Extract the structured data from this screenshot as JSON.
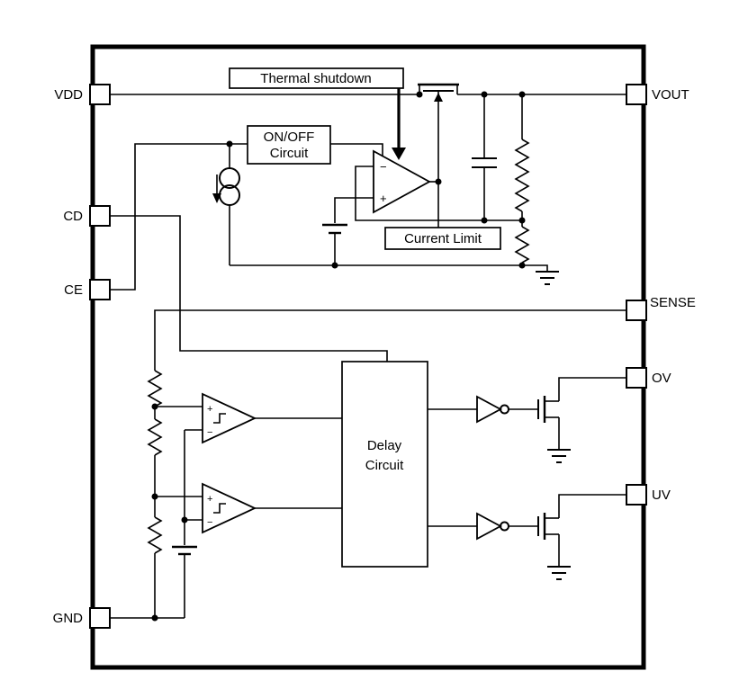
{
  "pins": {
    "vdd": "VDD",
    "cd": "CD",
    "ce": "CE",
    "gnd": "GND",
    "vout": "VOUT",
    "sense": "SENSE",
    "ov": "OV",
    "uv": "UV"
  },
  "blocks": {
    "thermal_shutdown": "Thermal shutdown",
    "onoff": {
      "line1": "ON/OFF",
      "line2": "Circuit"
    },
    "current_limit": "Current Limit",
    "delay": {
      "line1": "Delay",
      "line2": "Circuit"
    }
  },
  "symbols": {
    "plus": "+",
    "minus": "−"
  },
  "colors": {
    "line": "#000000",
    "background": "#ffffff"
  }
}
